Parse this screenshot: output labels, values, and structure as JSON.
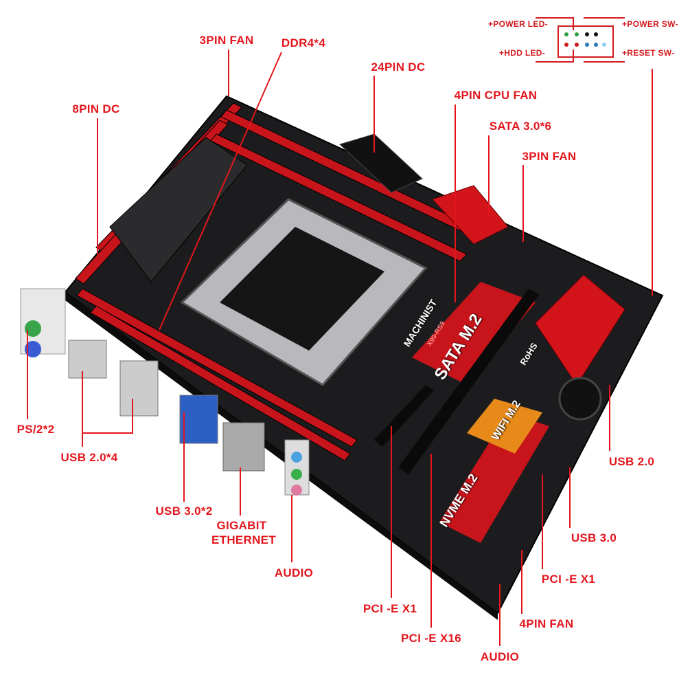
{
  "front_panel": {
    "power_led": "+POWER LED-",
    "power_sw": "+POWER SW-",
    "hdd_led": "+HDD LED-",
    "reset_sw": "+RESET SW-"
  },
  "labels": {
    "fan3pin_top": "3PIN FAN",
    "ddr4": "DDR4*4",
    "dc24pin": "24PIN DC",
    "dc8pin": "8PIN DC",
    "cpu_fan": "4PIN CPU FAN",
    "sata": "SATA 3.0*6",
    "fan3pin_right": "3PIN FAN",
    "ps2": "PS/2*2",
    "usb20_rear": "USB 2.0*4",
    "usb30_rear": "USB 3.0*2",
    "ethernet_1": "GIGABIT",
    "ethernet_2": "ETHERNET",
    "audio_rear": "AUDIO",
    "pcie_x1_left": "PCI -E X1",
    "pcie_x16": "PCI -E X16",
    "audio_front": "AUDIO",
    "fan4pin": "4PIN FAN",
    "pcie_x1_right": "PCI -E X1",
    "usb30_header": "USB 3.0",
    "usb20_header": "USB 2.0"
  },
  "board": {
    "brand": "MACHINIST",
    "model": "X99-RS9",
    "sata_m2": "SATA M.2",
    "wifi_m2": "WIFI M.2",
    "nvme_m2": "NVME M.2",
    "rohs": "RoHS"
  },
  "colors": {
    "label": "#e3161d",
    "board": "#1c1c1e",
    "accent": "#d4141b",
    "wifi": "#e88a1a"
  }
}
